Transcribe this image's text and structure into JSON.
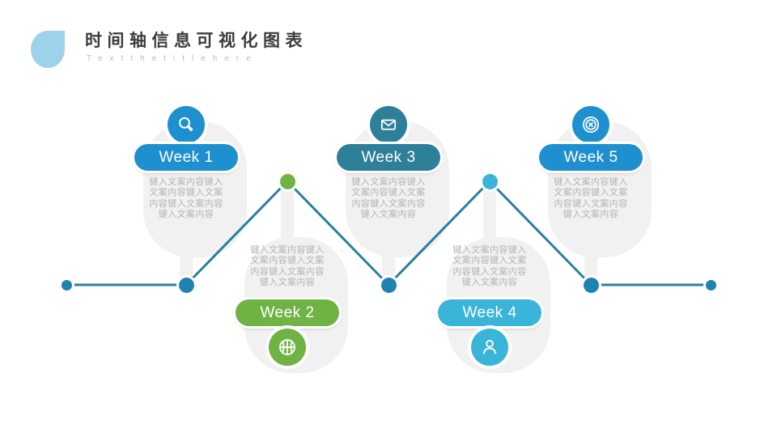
{
  "header": {
    "title": "时间轴信息可视化图表",
    "subtitle": "Textthetitlehere",
    "logo_color": "#9ed2ea"
  },
  "weeks": [
    {
      "label": "Week 1",
      "icon": "magnifier-icon",
      "color": "#1e90cf",
      "position": "top",
      "body": "键入文案内容键入文案内容键入文案内容键入文案内容键入文案内容"
    },
    {
      "label": "Week 2",
      "icon": "basketball-icon",
      "color": "#6fb344",
      "position": "bottom",
      "body": "键入文案内容键入文案内容键入文案内容键入文案内容键入文案内容"
    },
    {
      "label": "Week 3",
      "icon": "envelope-icon",
      "color": "#2e8099",
      "position": "top",
      "body": "键入文案内容键入文案内容键入文案内容键入文案内容键入文案内容"
    },
    {
      "label": "Week 4",
      "icon": "user-icon",
      "color": "#3ab5d9",
      "position": "bottom",
      "body": "键入文案内容键入文案内容键入文案内容键入文案内容键入文案内容"
    },
    {
      "label": "Week 5",
      "icon": "target-x-icon",
      "color": "#1e90cf",
      "position": "top",
      "body": "键入文案内容键入文案内容键入文案内容键入文案内容键入文案内容"
    }
  ],
  "timeline": {
    "line_color": "#2b7f9d",
    "dot_color": "#1f83b0",
    "vertex_dot_colors": {
      "week2": "#6fb344",
      "week4": "#3ab5d9"
    }
  }
}
